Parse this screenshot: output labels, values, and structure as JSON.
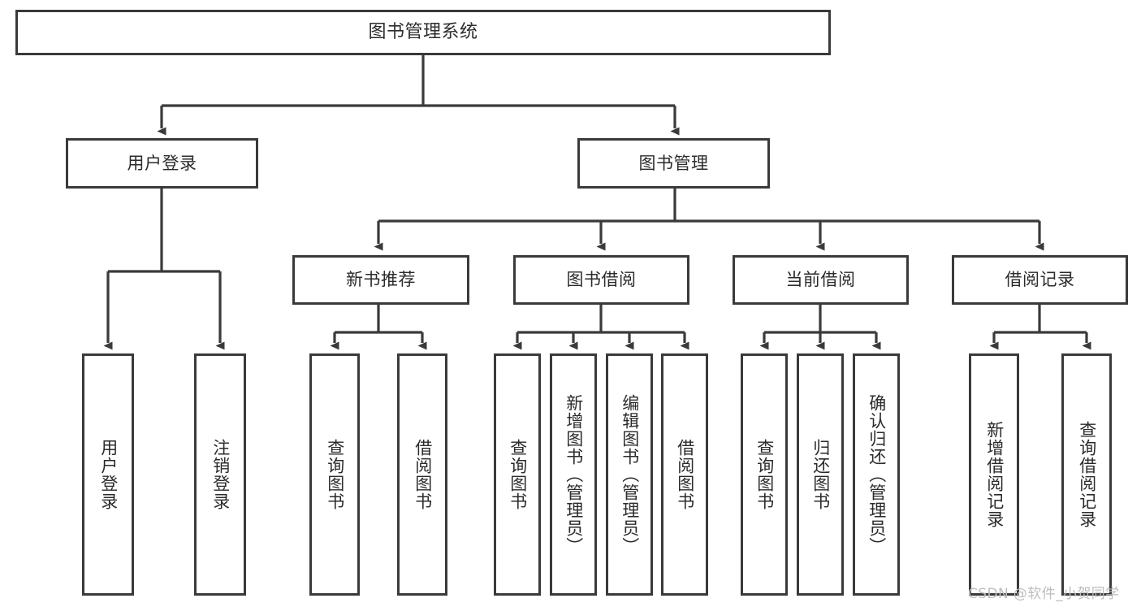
{
  "diagram": {
    "title": "图书管理系统",
    "type": "functional-structure-tree",
    "watermark": "CSDN @软件_小贺同学",
    "colors": {
      "border": "#3a3a3a",
      "text": "#2b2b2b",
      "background": "#ffffff",
      "wire": "#3a3a3a",
      "watermark": "#bdbdbd"
    },
    "root": {
      "label": "图书管理系统"
    },
    "level2": [
      {
        "label": "用户登录"
      },
      {
        "label": "图书管理"
      }
    ],
    "level3": [
      {
        "label": "新书推荐"
      },
      {
        "label": "图书借阅"
      },
      {
        "label": "当前借阅"
      },
      {
        "label": "借阅记录"
      }
    ],
    "leaves": {
      "user_login": [
        {
          "label": "用户登录"
        },
        {
          "label": "注销登录"
        }
      ],
      "new_book_recommend": [
        {
          "label": "查询图书"
        },
        {
          "label": "借阅图书"
        }
      ],
      "book_borrow": [
        {
          "label": "查询图书"
        },
        {
          "label": "新增图书（管理员）"
        },
        {
          "label": "编辑图书（管理员）"
        },
        {
          "label": "借阅图书"
        }
      ],
      "current_borrow": [
        {
          "label": "查询图书"
        },
        {
          "label": "归还图书"
        },
        {
          "label": "确认归还（管理员）"
        }
      ],
      "borrow_record": [
        {
          "label": "新增借阅记录"
        },
        {
          "label": "查询借阅记录"
        }
      ]
    }
  }
}
